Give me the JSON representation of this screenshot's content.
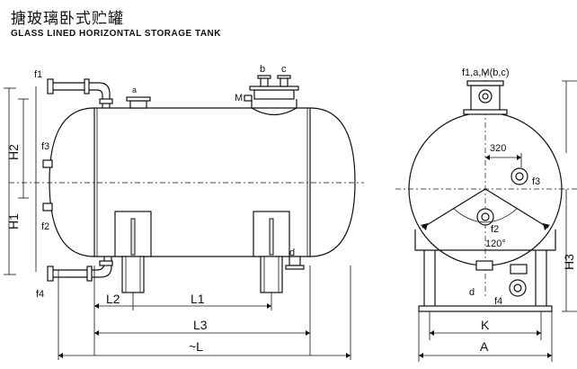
{
  "title_cn": "搪玻璃卧式贮罐",
  "title_en": "GLASS LINED HORIZONTAL STORAGE TANK",
  "labels": {
    "f1": "f1",
    "a": "a",
    "b": "b",
    "c": "c",
    "M": "M",
    "f3": "f3",
    "f2": "f2",
    "f4": "f4",
    "d": "d",
    "H1": "H1",
    "H2": "H2",
    "L1": "L1",
    "L2": "L2",
    "L3": "L3",
    "L": "~L",
    "side_top": "f1,a,M(b,c)",
    "dim_320": "320",
    "f3_side": "f3",
    "f2_side": "f2",
    "angle": "120°",
    "H3": "H3",
    "K": "K",
    "A": "A",
    "d_side": "d",
    "f4_side": "f4"
  }
}
